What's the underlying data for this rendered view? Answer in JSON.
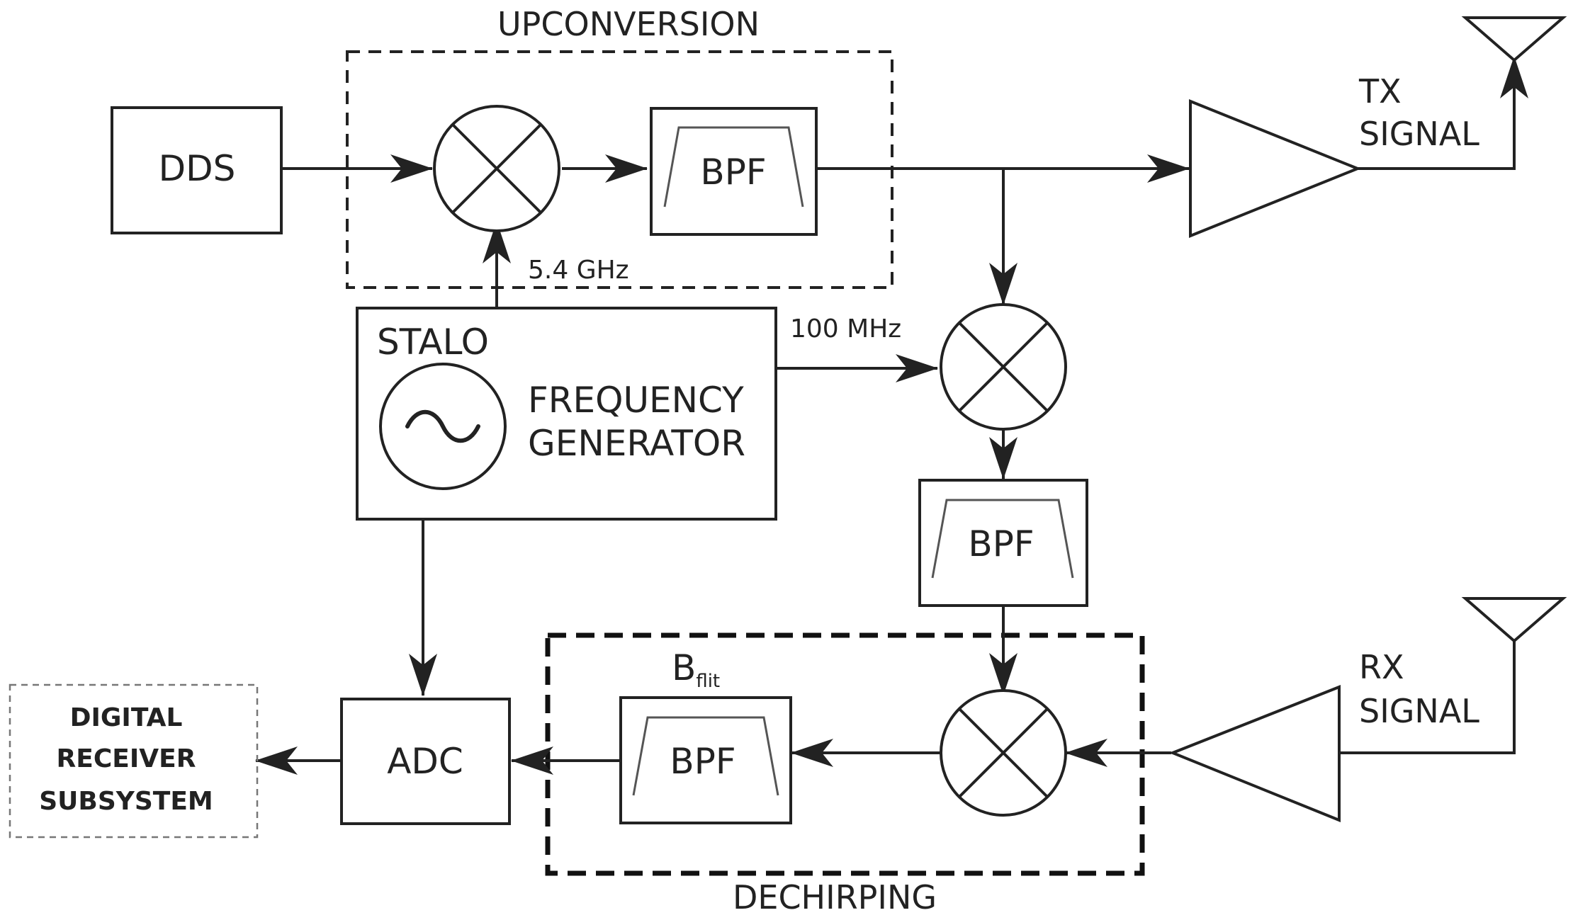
{
  "groups": {
    "upconversion": "UPCONVERSION",
    "dechirping": "DECHIRPING"
  },
  "blocks": {
    "dds": "DDS",
    "bpf": "BPF",
    "adc": "ADC",
    "stalo": "STALO",
    "frequency_generator": [
      "FREQUENCY",
      "GENERATOR"
    ],
    "digital_receiver": [
      "DIGITAL",
      "RECEIVER",
      "SUBSYSTEM"
    ],
    "bflit_main": "B",
    "bflit_sub": "flit"
  },
  "signals": {
    "tx": [
      "TX",
      "SIGNAL"
    ],
    "rx": [
      "RX",
      "SIGNAL"
    ],
    "freq_54": "5.4 GHz",
    "freq_100": "100 MHz"
  }
}
